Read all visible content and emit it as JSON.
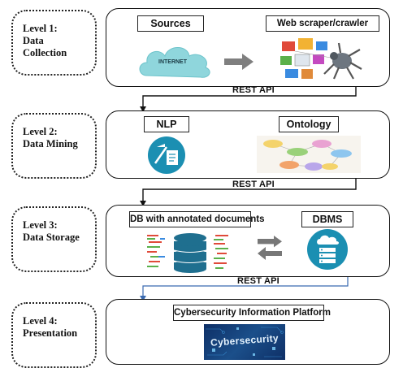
{
  "levels": [
    {
      "title": "Level 1:",
      "subtitle": "Data Collection"
    },
    {
      "title": "Level 2:",
      "subtitle": "Data Mining"
    },
    {
      "title": "Level 3:",
      "subtitle": "Data Storage"
    },
    {
      "title": "Level 4:",
      "subtitle": "Presentation"
    }
  ],
  "collection": {
    "sources_label": "Sources",
    "scraper_label": "Web scraper/crawler",
    "cloud_text": "INTERNET",
    "cloud_icon": "cloud-icon",
    "arrow_icon": "arrow-right-icon"
  },
  "mining": {
    "nlp_label": "NLP",
    "ontology_label": "Ontology"
  },
  "storage": {
    "db_label": "DB with annotated documents",
    "dbms_label": "DBMS"
  },
  "presentation": {
    "platform_label": "Cybersecurity Information Platform",
    "banner_text": "Cybersecurity"
  },
  "connectors": {
    "api_1": "REST API",
    "api_2": "REST API",
    "api_3": "REST API"
  },
  "colors": {
    "cloud": "#8fd6dc",
    "teal": "#1b8fb2",
    "db": "#1f6f8f",
    "banner": "#1b4f8a"
  }
}
